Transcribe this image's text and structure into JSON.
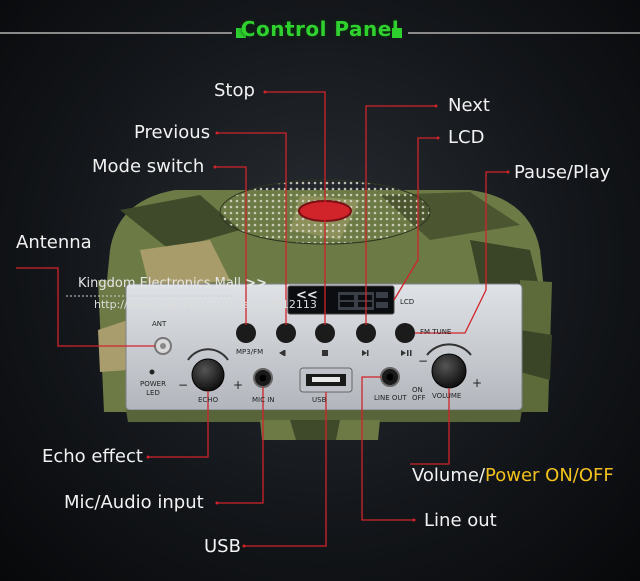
{
  "header": {
    "title": "Control Panel"
  },
  "labels": {
    "stop": "Stop",
    "next": "Next",
    "previous": "Previous",
    "lcd": "LCD",
    "mode_switch": "Mode switch",
    "pause_play": "Pause/Play",
    "antenna": "Antenna",
    "echo_effect": "Echo effect",
    "volume_prefix": "Volume/",
    "volume_power": "Power ON/OFF",
    "mic_audio_input": "Mic/Audio input",
    "line_out": "Line out",
    "usb": "USB"
  },
  "watermark": {
    "store": "Kingdom Electronics Mall",
    "arrows": ">>",
    "url": "http://www.aliexpress.com/store/812113"
  },
  "panel_text": {
    "ant": "ANT",
    "mp3_fm": "MP3/FM",
    "fm_tune": "FM TUNE",
    "lcd": "LCD",
    "power_led": "POWER LED",
    "echo": "ECHO",
    "mic_in": "MIC IN",
    "usb": "USB",
    "line_out": "LINE OUT",
    "on_off": "ON OFF",
    "volume": "VOLUME",
    "lcd_arrows": "<<",
    "minus": "−",
    "plus": "+"
  },
  "colors": {
    "title_green": "#2fd12f",
    "highlight": "#f3c21a",
    "pointer_red": "#d0242a"
  }
}
